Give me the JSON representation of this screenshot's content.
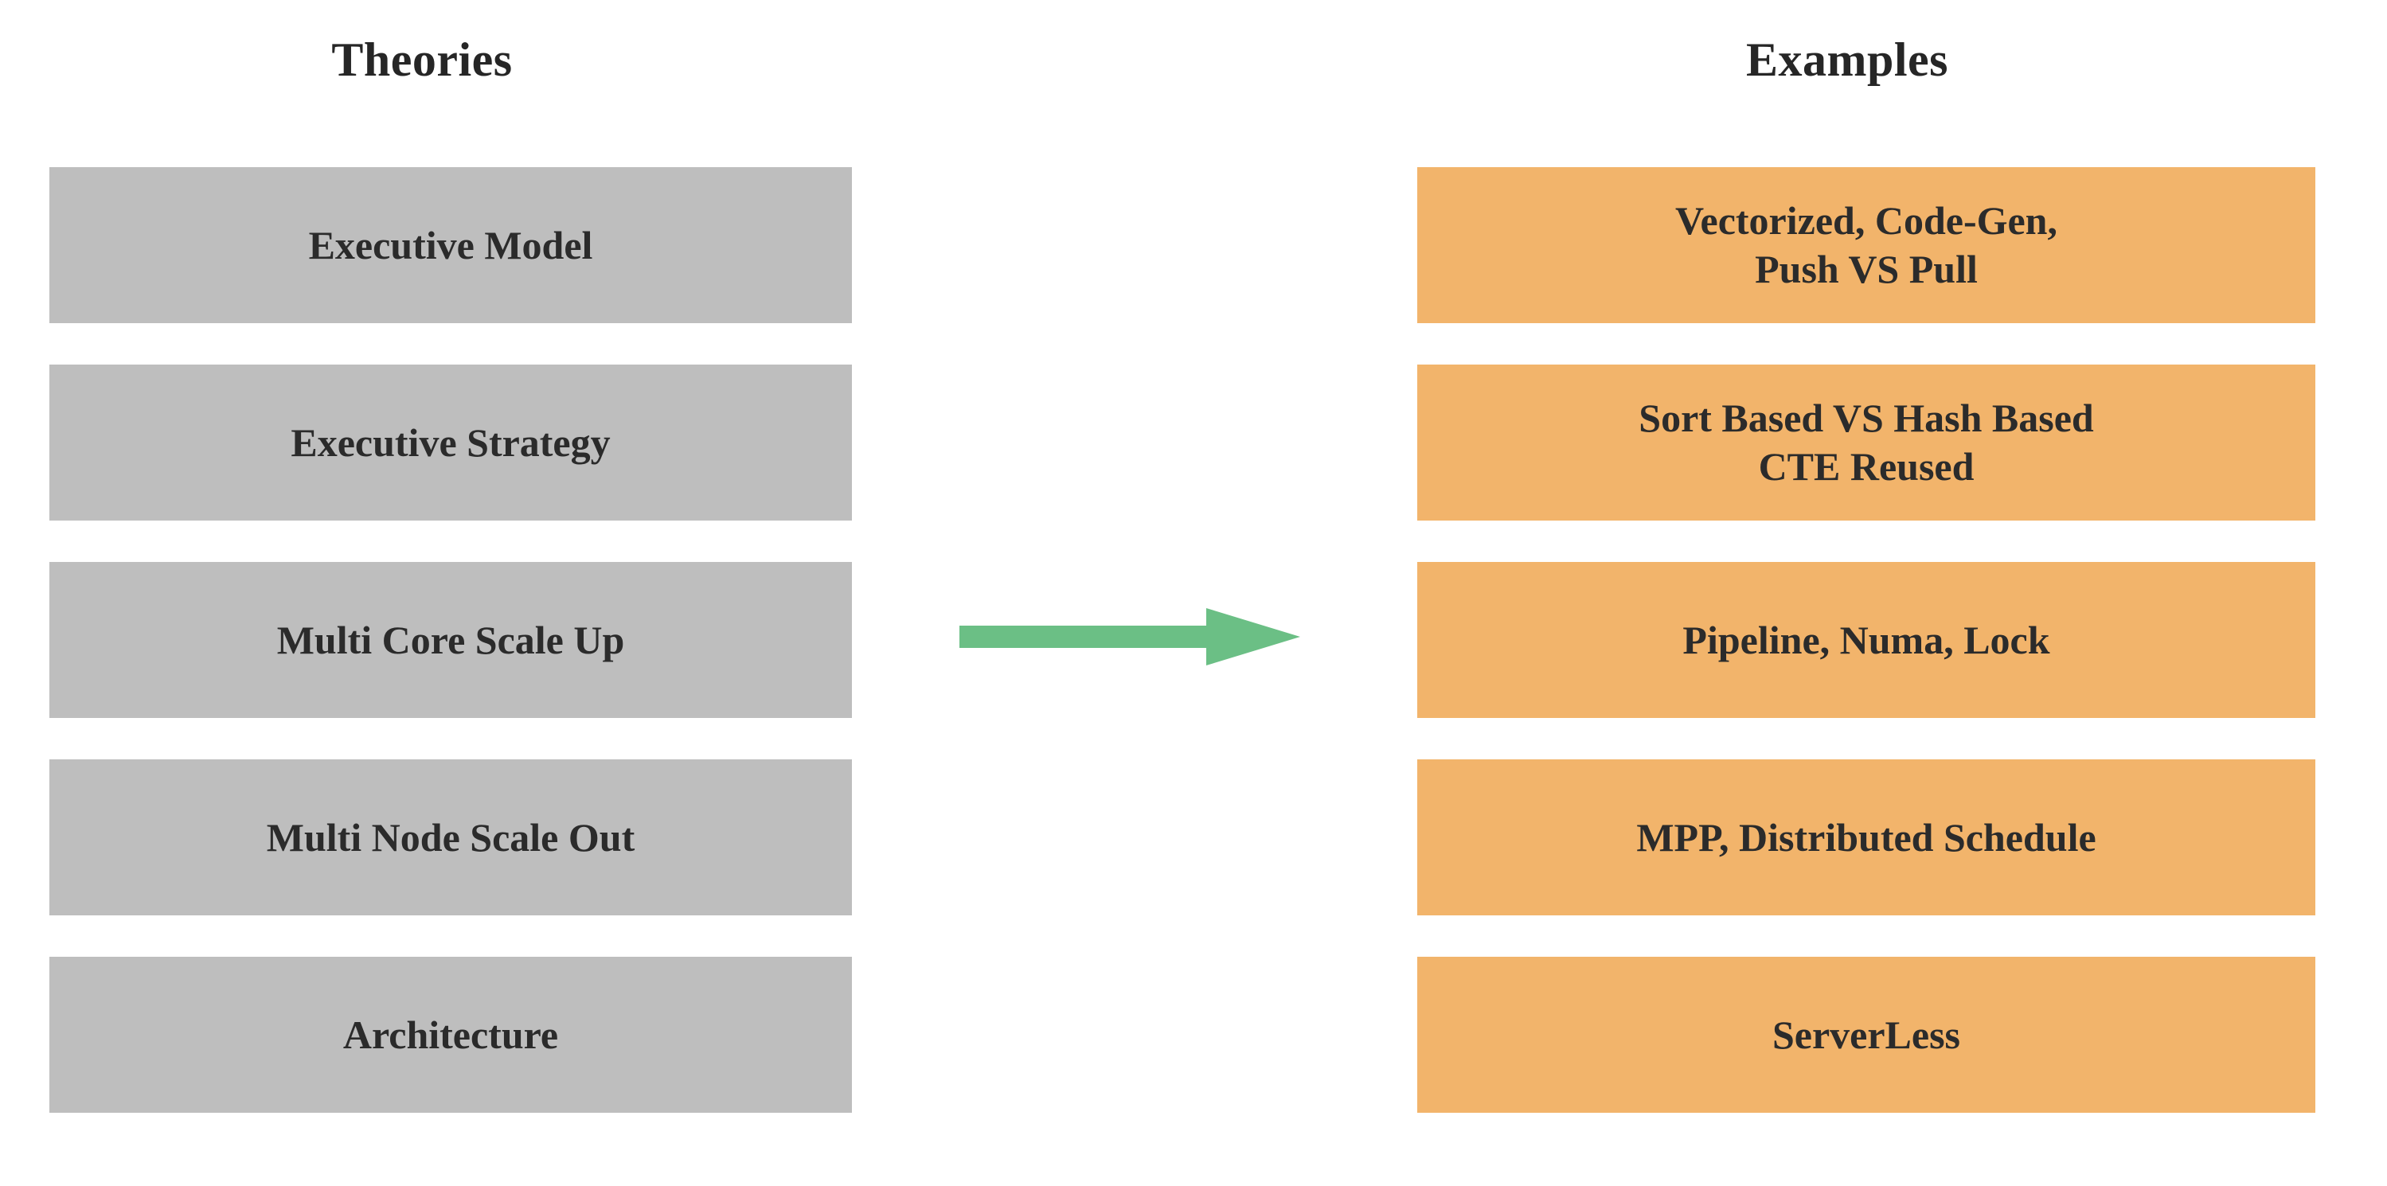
{
  "diagram": {
    "title_left": "Theories",
    "title_right": "Examples",
    "connector": {
      "icon": "right-arrow-icon",
      "color": "#6bbf85",
      "direction": "left-to-right"
    },
    "colors": {
      "theory_box": "#bebebe",
      "example_box": "#f2b46b",
      "arrow": "#6bbf85",
      "text": "#2b2b2b",
      "background": "#ffffff"
    }
  },
  "theories": [
    {
      "label": "Executive Model"
    },
    {
      "label": "Executive Strategy"
    },
    {
      "label": "Multi Core Scale Up"
    },
    {
      "label": "Multi Node Scale Out"
    },
    {
      "label": "Architecture"
    }
  ],
  "examples": [
    {
      "label": "Vectorized,  Code-Gen,\nPush VS Pull"
    },
    {
      "label": "Sort Based VS Hash Based\nCTE Reused"
    },
    {
      "label": "Pipeline, Numa, Lock"
    },
    {
      "label": "MPP,  Distributed Schedule"
    },
    {
      "label": "ServerLess"
    }
  ]
}
